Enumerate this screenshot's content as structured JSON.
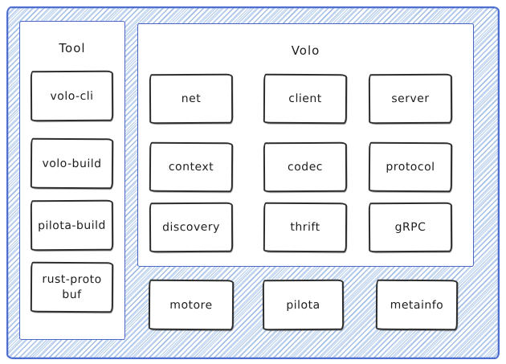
{
  "colors": {
    "frame_border": "#4f6fd0",
    "panel_border": "#4a66c8",
    "hatch_line": "#a9c6e9",
    "box_border": "#2d2d2d",
    "text": "#1c1c1c"
  },
  "tool_panel": {
    "title": "Tool",
    "boxes": [
      "volo-cli",
      "volo-build",
      "pilota-build",
      "rust-protobuf"
    ]
  },
  "volo_panel": {
    "title": "Volo",
    "boxes": [
      "net",
      "client",
      "server",
      "context",
      "codec",
      "protocol",
      "discovery",
      "thrift",
      "gRPC"
    ]
  },
  "external_boxes": [
    "motore",
    "pilota",
    "metainfo"
  ]
}
